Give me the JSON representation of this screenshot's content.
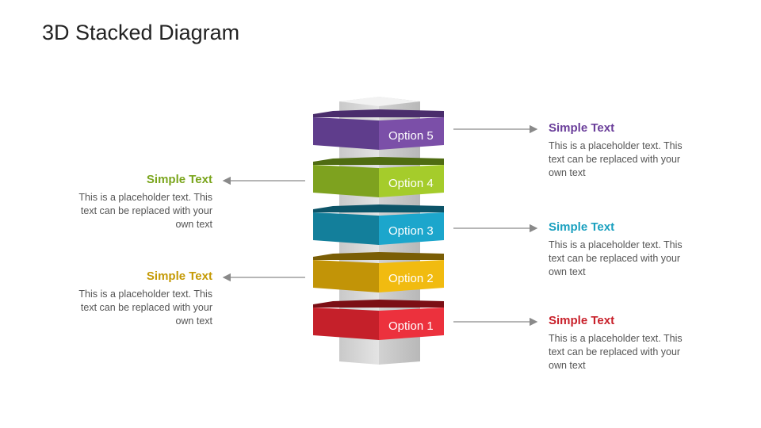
{
  "title": "3D Stacked Diagram",
  "colors": {
    "opt5": "#7b4fa8",
    "opt4": "#8fbf26",
    "opt3": "#1c9cc0",
    "opt2": "#e3b00c",
    "opt1": "#e53138",
    "callout_purple": "#6a3e9a",
    "callout_teal": "#1aa0bf",
    "callout_red": "#c8202a",
    "callout_green": "#7aa51c",
    "callout_gold": "#c59a05"
  },
  "layers": [
    {
      "label": "Option 5",
      "color_key": "opt5"
    },
    {
      "label": "Option 4",
      "color_key": "opt4"
    },
    {
      "label": "Option 3",
      "color_key": "opt3"
    },
    {
      "label": "Option 2",
      "color_key": "opt2"
    },
    {
      "label": "Option 1",
      "color_key": "opt1"
    }
  ],
  "callouts": {
    "right_1": {
      "title": "Simple Text",
      "body": "This is a placeholder text. This text can be replaced with your own text"
    },
    "right_2": {
      "title": "Simple Text",
      "body": "This is a placeholder text. This text can be replaced with your own text"
    },
    "right_3": {
      "title": "Simple Text",
      "body": "This is a placeholder text. This text can be replaced with your own text"
    },
    "left_1": {
      "title": "Simple Text",
      "body": "This is a placeholder text. This text can be replaced with your own text"
    },
    "left_2": {
      "title": "Simple Text",
      "body": "This is a placeholder text. This text can be replaced with your own text"
    }
  }
}
